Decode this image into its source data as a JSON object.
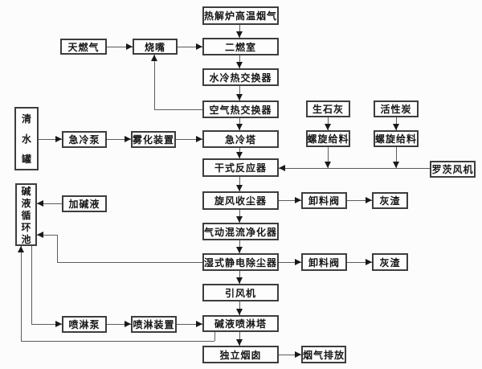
{
  "diagram_type": "process-flow-diagram",
  "language": "zh-CN",
  "colors": {
    "background": "#fcfcfc",
    "box_border": "#3d3d3d",
    "line": "#5c5c5c",
    "text": "#161616"
  },
  "nodes": {
    "pyrolysis_flue_gas": {
      "label": "热解炉高温烟气"
    },
    "secondary_combustion_chamber": {
      "label": "二燃室"
    },
    "water_cooled_heat_exchanger": {
      "label": "水冷热交换器"
    },
    "air_heat_exchanger": {
      "label": "空气热交换器"
    },
    "quench_tower": {
      "label": "急冷塔"
    },
    "dry_reactor": {
      "label": "干式反应器"
    },
    "cyclone_dust_collector": {
      "label": "旋风收尘器"
    },
    "pneumatic_mixed_flow_purifier": {
      "label": "气动混流净化器"
    },
    "wet_esp": {
      "label": "湿式静电除尘器"
    },
    "induced_draft_fan": {
      "label": "引风机"
    },
    "alkali_spray_tower": {
      "label": "碱液喷淋塔"
    },
    "independent_chimney": {
      "label": "独立烟囱"
    },
    "natural_gas": {
      "label": "天燃气"
    },
    "burner": {
      "label": "烧嘴"
    },
    "clean_water_tank": {
      "label": "清水罐"
    },
    "quench_pump": {
      "label": "急冷泵"
    },
    "atomizer": {
      "label": "雾化装置"
    },
    "alkali_feed": {
      "label": "加碱液"
    },
    "alkali_circulation_pool": {
      "label": "碱液循环池"
    },
    "spray_pump": {
      "label": "喷淋泵"
    },
    "spray_device": {
      "label": "喷淋装置"
    },
    "quicklime": {
      "label": "生石灰"
    },
    "activated_carbon": {
      "label": "活性炭"
    },
    "screw_feeder_1": {
      "label": "螺旋给料"
    },
    "screw_feeder_2": {
      "label": "螺旋给料"
    },
    "roots_blower": {
      "label": "罗茨风机"
    },
    "discharge_valve_1": {
      "label": "卸料阀"
    },
    "ash_residue_1": {
      "label": "灰渣"
    },
    "discharge_valve_2": {
      "label": "卸料阀"
    },
    "ash_residue_2": {
      "label": "灰渣"
    },
    "flue_gas_emission": {
      "label": "烟气排放"
    }
  },
  "edges": [
    {
      "from": "pyrolysis_flue_gas",
      "to": "secondary_combustion_chamber"
    },
    {
      "from": "natural_gas",
      "to": "burner"
    },
    {
      "from": "burner",
      "to": "secondary_combustion_chamber"
    },
    {
      "from": "secondary_combustion_chamber",
      "to": "water_cooled_heat_exchanger"
    },
    {
      "from": "water_cooled_heat_exchanger",
      "to": "air_heat_exchanger"
    },
    {
      "from": "air_heat_exchanger",
      "to": "burner"
    },
    {
      "from": "air_heat_exchanger",
      "to": "quench_tower"
    },
    {
      "from": "clean_water_tank",
      "to": "quench_pump"
    },
    {
      "from": "quench_pump",
      "to": "atomizer"
    },
    {
      "from": "atomizer",
      "to": "quench_tower"
    },
    {
      "from": "quench_tower",
      "to": "dry_reactor"
    },
    {
      "from": "quicklime",
      "to": "screw_feeder_1"
    },
    {
      "from": "screw_feeder_1",
      "to": "dry_reactor"
    },
    {
      "from": "activated_carbon",
      "to": "screw_feeder_2"
    },
    {
      "from": "screw_feeder_2",
      "to": "dry_reactor"
    },
    {
      "from": "roots_blower",
      "to": "dry_reactor"
    },
    {
      "from": "dry_reactor",
      "to": "cyclone_dust_collector"
    },
    {
      "from": "cyclone_dust_collector",
      "to": "discharge_valve_1"
    },
    {
      "from": "discharge_valve_1",
      "to": "ash_residue_1"
    },
    {
      "from": "cyclone_dust_collector",
      "to": "pneumatic_mixed_flow_purifier"
    },
    {
      "from": "pneumatic_mixed_flow_purifier",
      "to": "wet_esp"
    },
    {
      "from": "wet_esp",
      "to": "discharge_valve_2"
    },
    {
      "from": "discharge_valve_2",
      "to": "ash_residue_2"
    },
    {
      "from": "wet_esp",
      "to": "alkali_circulation_pool"
    },
    {
      "from": "wet_esp",
      "to": "induced_draft_fan"
    },
    {
      "from": "induced_draft_fan",
      "to": "alkali_spray_tower"
    },
    {
      "from": "alkali_feed",
      "to": "alkali_circulation_pool"
    },
    {
      "from": "alkali_circulation_pool",
      "to": "spray_pump"
    },
    {
      "from": "spray_pump",
      "to": "spray_device"
    },
    {
      "from": "spray_device",
      "to": "alkali_spray_tower"
    },
    {
      "from": "alkali_spray_tower",
      "to": "alkali_circulation_pool"
    },
    {
      "from": "alkali_spray_tower",
      "to": "independent_chimney"
    },
    {
      "from": "independent_chimney",
      "to": "flue_gas_emission"
    }
  ]
}
